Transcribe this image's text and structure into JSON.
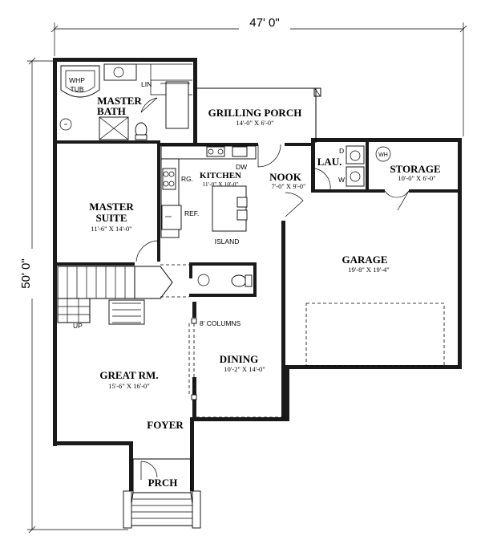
{
  "overall": {
    "width": "47' 0\"",
    "depth": "50' 0\""
  },
  "rooms": {
    "master_bath": {
      "line1": "MASTER",
      "line2": "BATH"
    },
    "whp_tub": {
      "line1": "WHP",
      "line2": "TUB"
    },
    "lin": "LIN",
    "grilling_porch": {
      "name": "GRILLING PORCH",
      "dims": "14'-0\" X 6'-0\""
    },
    "kitchen": {
      "name": "KITCHEN",
      "dims": "11'-0\" X 10'-0\""
    },
    "nook": {
      "name": "NOOK",
      "dims": "7'-0\" X 9'-0\""
    },
    "laundry": "LAU.",
    "storage": {
      "name": "STORAGE",
      "dims": "10'-0\" X 6'-0\""
    },
    "master_suite": {
      "line1": "MASTER",
      "line2": "SUITE",
      "dims": "11'-6\" X 14'-0\""
    },
    "garage": {
      "name": "GARAGE",
      "dims": "19'-8\" X 19'-4\""
    },
    "dining": {
      "name": "DINING",
      "dims": "10'-2\" X 14'-0\""
    },
    "great_room": {
      "name": "GREAT RM.",
      "dims": "15'-6\" X 16'-0\""
    },
    "foyer": "FOYER",
    "porch": "PRCH"
  },
  "annotations": {
    "dw": "DW",
    "rg": "RG.",
    "ref": "REF.",
    "island": "ISLAND",
    "up": "UP",
    "columns": "8' COLUMNS",
    "wh": "WH",
    "dryer": "D",
    "washer": "W"
  }
}
